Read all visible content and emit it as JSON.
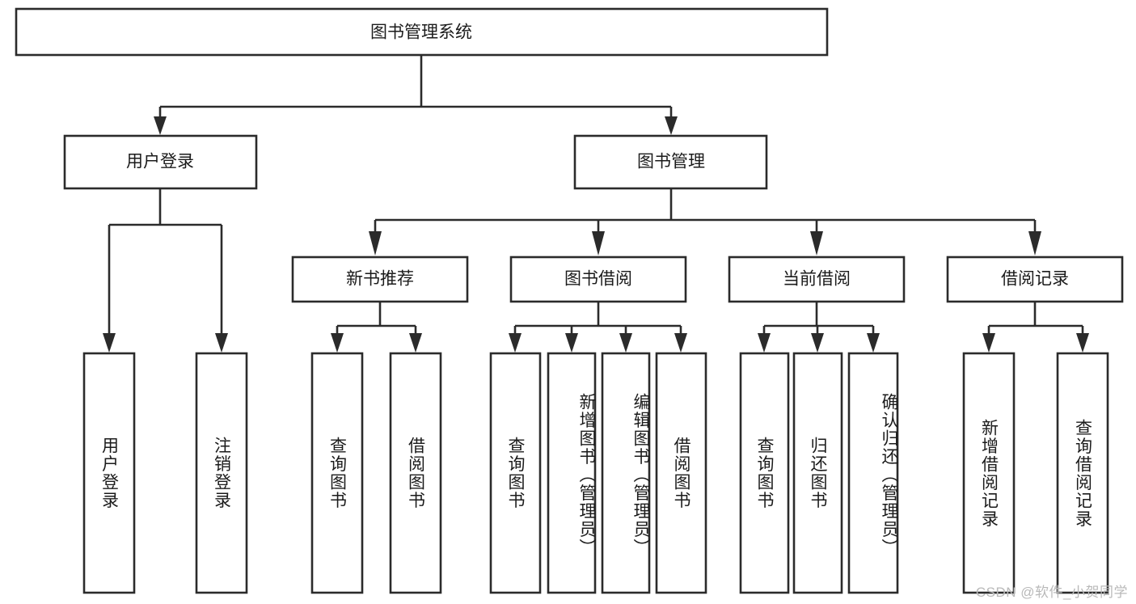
{
  "diagram": {
    "title": "图书管理系统",
    "type": "tree-hierarchy-diagram",
    "root": {
      "label": "图书管理系统"
    },
    "level2": [
      {
        "label": "用户登录"
      },
      {
        "label": "图书管理"
      }
    ],
    "level3": [
      {
        "label": "新书推荐"
      },
      {
        "label": "图书借阅"
      },
      {
        "label": "当前借阅"
      },
      {
        "label": "借阅记录"
      }
    ],
    "leaves": {
      "user_login": [
        {
          "label": "用户登录"
        },
        {
          "label": "注销登录"
        }
      ],
      "new_book_recommend": [
        {
          "label": "查询图书"
        },
        {
          "label": "借阅图书"
        }
      ],
      "book_borrow": [
        {
          "label": "查询图书"
        },
        {
          "label": "新增图书（管理员）"
        },
        {
          "label": "编辑图书（管理员）"
        },
        {
          "label": "借阅图书"
        }
      ],
      "current_borrow": [
        {
          "label": "查询图书"
        },
        {
          "label": "归还图书"
        },
        {
          "label": "确认归还（管理员）"
        }
      ],
      "borrow_record": [
        {
          "label": "新增借阅记录"
        },
        {
          "label": "查询借阅记录"
        }
      ]
    }
  },
  "watermark": {
    "text": "CSDN @软件_小贺同学"
  },
  "colors": {
    "stroke": "#2b2b2b",
    "fill": "#ffffff",
    "text": "#1b1b1b",
    "watermark": "#b9b9b9"
  }
}
